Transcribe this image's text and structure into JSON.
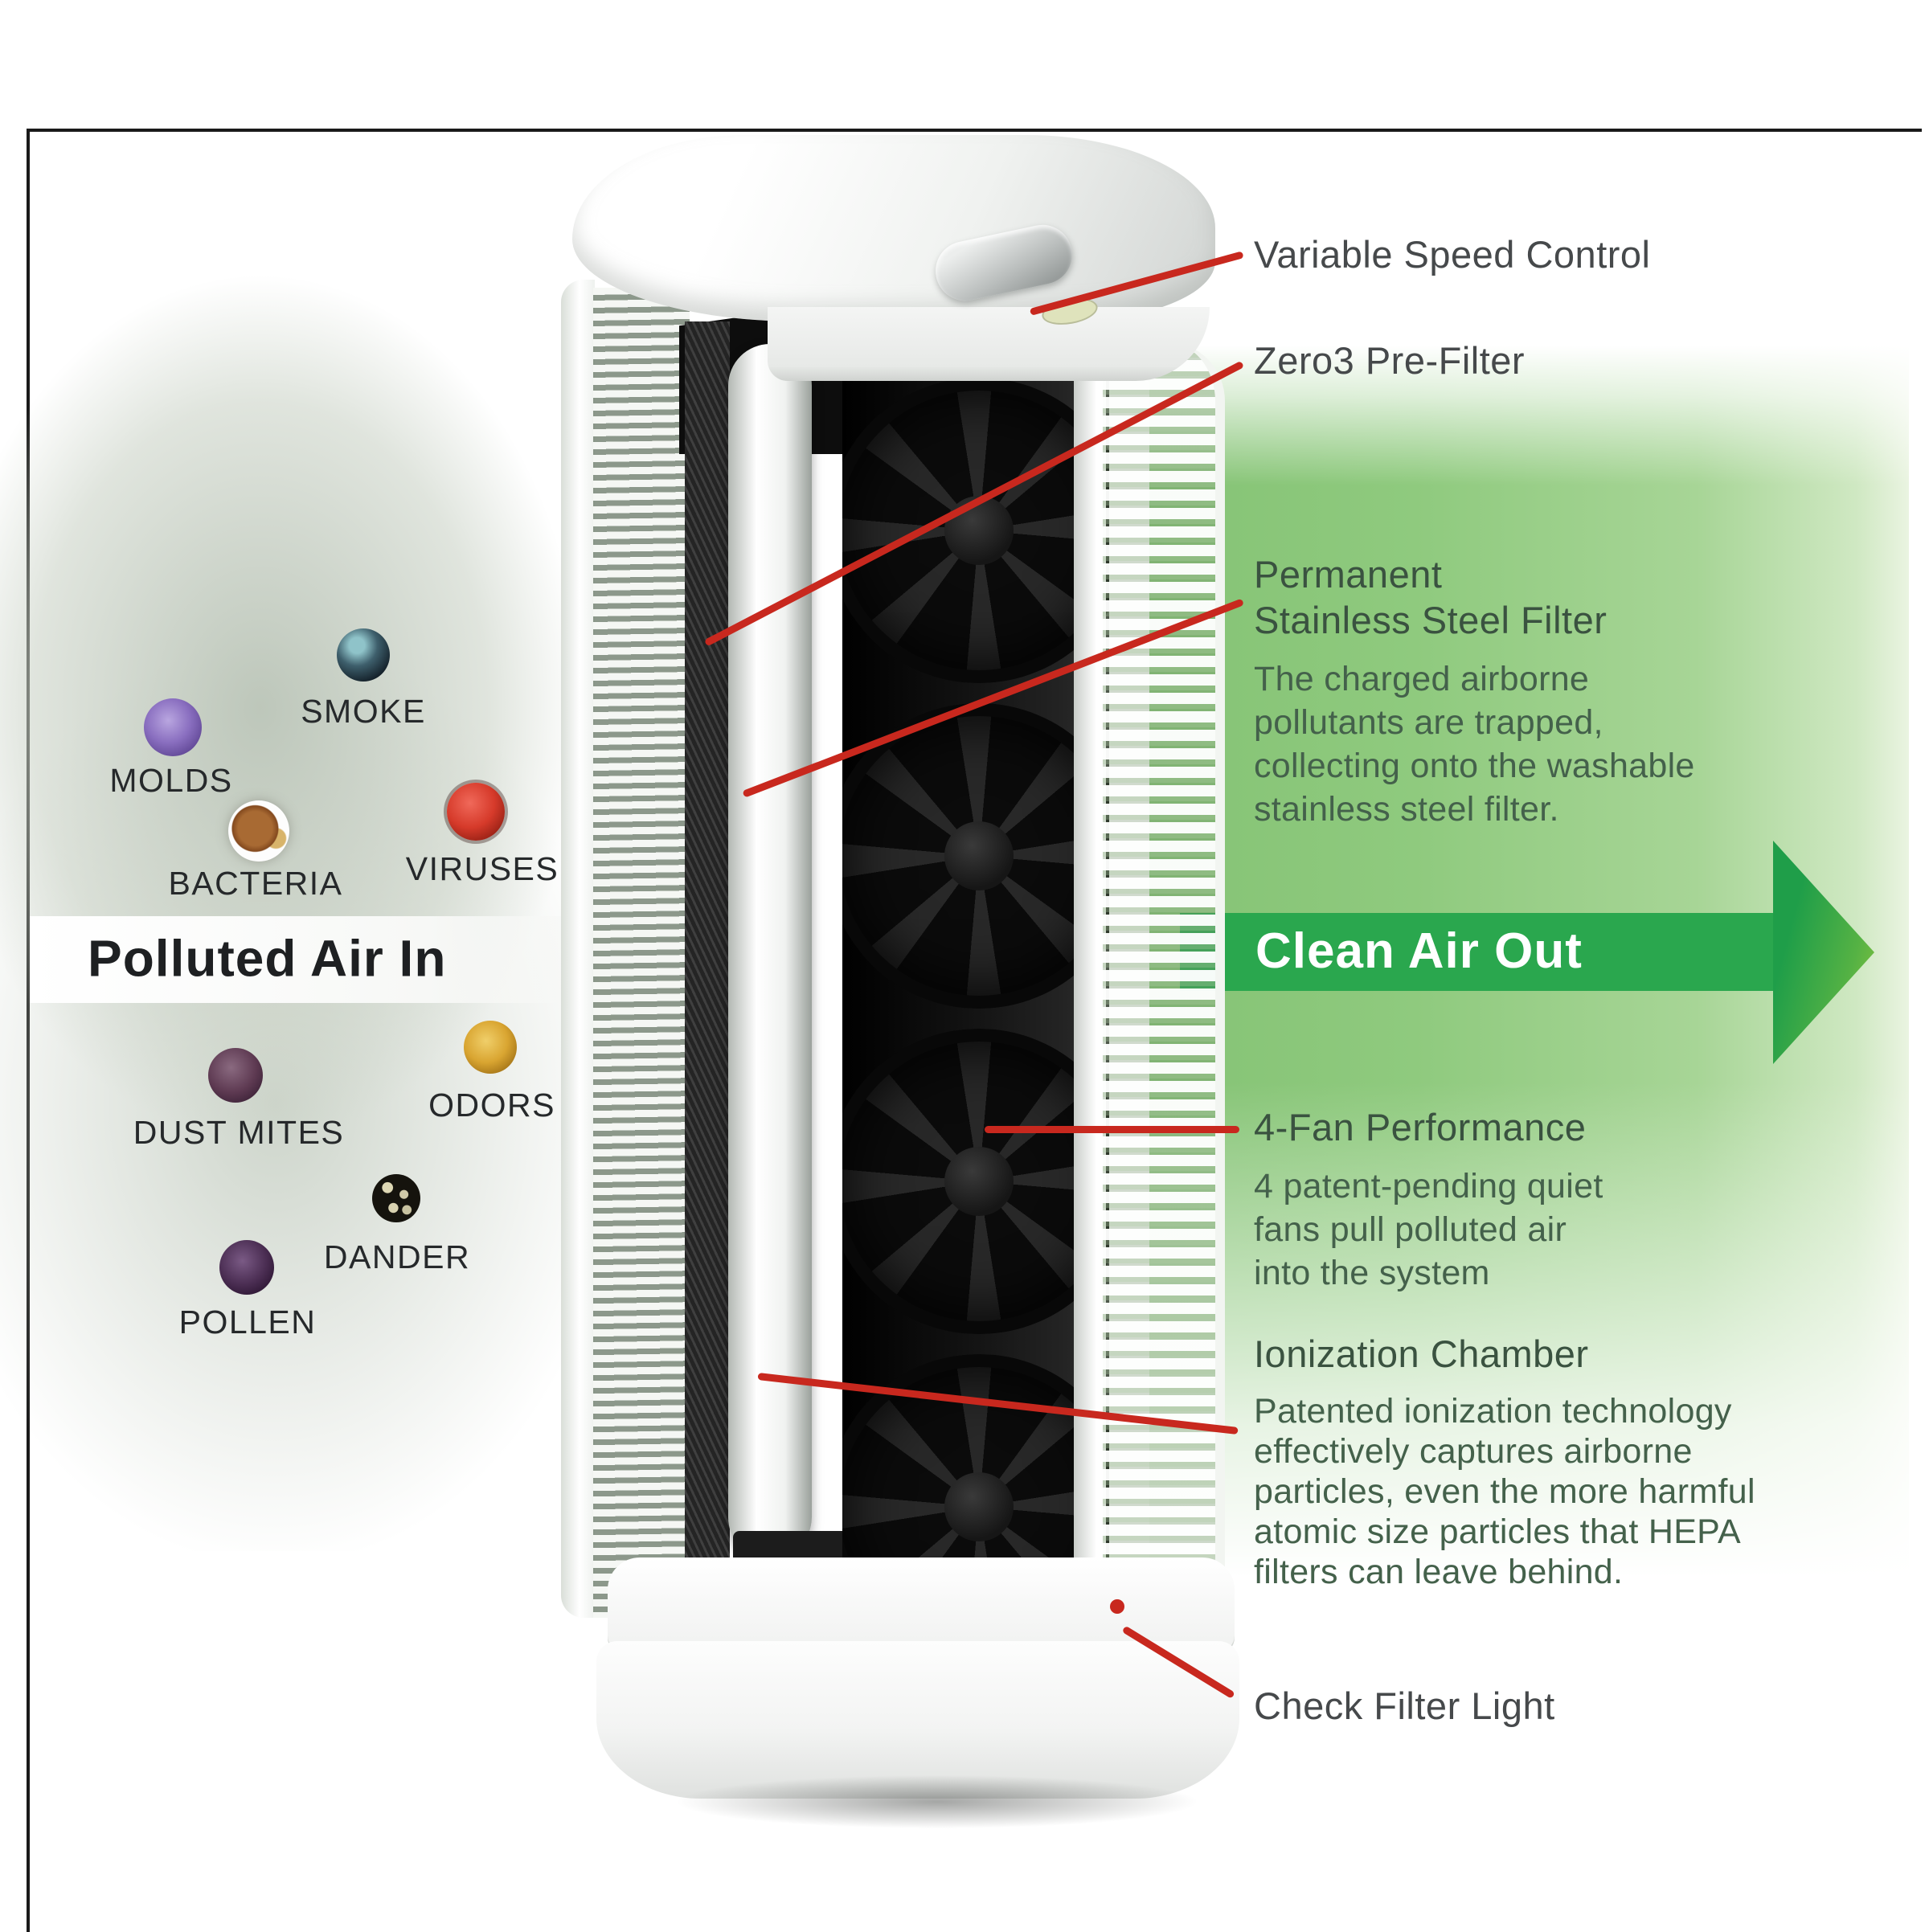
{
  "flow": {
    "in_label": "Polluted Air In",
    "out_label": "Clean Air Out"
  },
  "callouts": [
    {
      "id": "variable-speed-control",
      "title_lines": [
        "Variable Speed Control"
      ],
      "body_lines": []
    },
    {
      "id": "zero3-pre-filter",
      "title_lines": [
        "Zero3 Pre-Filter"
      ],
      "body_lines": []
    },
    {
      "id": "permanent-stainless-steel-filter",
      "title_lines": [
        "Permanent",
        "Stainless Steel Filter"
      ],
      "body_lines": [
        "The charged airborne",
        "pollutants are trapped,",
        "collecting onto the washable",
        "stainless steel filter."
      ]
    },
    {
      "id": "four-fan-performance",
      "title_lines": [
        "4-Fan Performance"
      ],
      "body_lines": [
        "4 patent-pending quiet",
        "fans pull polluted air",
        "into the system"
      ]
    },
    {
      "id": "ionization-chamber",
      "title_lines": [
        "Ionization Chamber"
      ],
      "body_lines": [
        "Patented ionization technology",
        "effectively captures airborne",
        "particles, even the more harmful",
        "atomic size particles that HEPA",
        "filters can leave behind."
      ]
    },
    {
      "id": "check-filter-light",
      "title_lines": [
        "Check Filter Light"
      ],
      "body_lines": []
    }
  ],
  "pollutants": [
    {
      "label": "SMOKE",
      "color": "#3e5f6c"
    },
    {
      "label": "MOLDS",
      "color": "#8a6fc0"
    },
    {
      "label": "VIRUSES",
      "color": "#d63a2a"
    },
    {
      "label": "BACTERIA",
      "color": "#a86a33"
    },
    {
      "label": "DUST MITES",
      "color": "#5e3a52"
    },
    {
      "label": "ODORS",
      "color": "#d9a531"
    },
    {
      "label": "DANDER",
      "color": "#15130d"
    },
    {
      "label": "POLLEN",
      "color": "#4a2d52"
    }
  ],
  "colors": {
    "leader_red": "#c8281e",
    "arrow_green": "#2aa74e",
    "backdrop_green": "#8fca7e",
    "frame_border": "#1a1a1a"
  }
}
